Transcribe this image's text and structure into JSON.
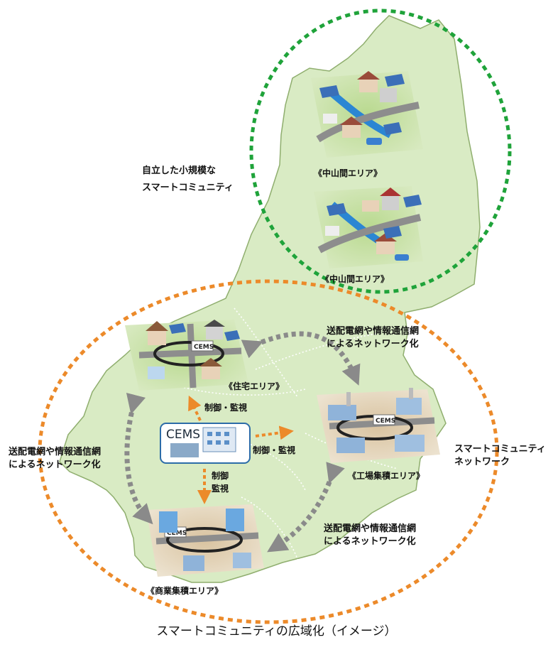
{
  "labels": {
    "small_community_line1": "自立した小規模な",
    "small_community_line2": "スマートコミュニティ",
    "area_midmountain_1": "《中山間エリア》",
    "area_midmountain_2": "《中山間エリア》",
    "area_residential": "《住宅エリア》",
    "area_industrial": "《工場集積エリア》",
    "area_commercial": "《商業集積エリア》",
    "network_top_line1": "送配電網や情報通信網",
    "network_top_line2": "によるネットワーク化",
    "network_left_line1": "送配電網や情報通信網",
    "network_left_line2": "によるネットワーク化",
    "network_bottom_line1": "送配電網や情報通信網",
    "network_bottom_line2": "によるネットワーク化",
    "control_residential": "制御・監視",
    "control_industrial": "制御・監視",
    "control_commercial_line1": "制御",
    "control_commercial_line2": "監視",
    "network_right_line1": "スマートコミュニティ",
    "network_right_line2": "ネットワーク",
    "cems_center": "CEMS",
    "cems_residential": "CEMS",
    "cems_industrial": "CEMS",
    "cems_commercial": "CEMS",
    "caption": "スマートコミュニティの広域化（イメージ）"
  },
  "colors": {
    "region_fill": "#d9ebc4",
    "region_stroke": "#8fae6e",
    "green_dashed_circle": "#1fa33a",
    "orange_dashed_circle": "#ec8a2a",
    "control_arrow": "#ec8a2a",
    "network_arrow": "#8a8a8a",
    "cems_box_border": "#2c6ca8"
  },
  "icons": [
    "building-cluster-icon",
    "cems-building-icon",
    "solar-panel-icon",
    "house-icon",
    "factory-icon",
    "car-icon"
  ]
}
